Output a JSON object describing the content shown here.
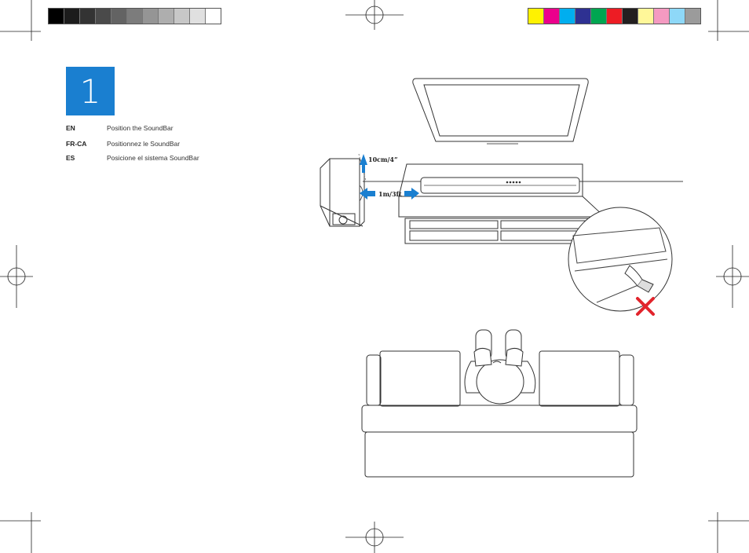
{
  "calibration": {
    "gray_swatches": [
      "#000000",
      "#1c1c1c",
      "#333333",
      "#4a4a4a",
      "#636363",
      "#7c7c7c",
      "#959595",
      "#aeaeae",
      "#c7c7c7",
      "#e0e0e0",
      "#ffffff"
    ],
    "color_swatches": [
      "#fff200",
      "#ec008c",
      "#00aeef",
      "#2e3192",
      "#00a651",
      "#ed1c24",
      "#231f20",
      "#fff799",
      "#f49ac1",
      "#8ed8f8",
      "#9b9b9b"
    ]
  },
  "step": {
    "number": "1",
    "color": "#1a7fd0"
  },
  "instructions": [
    {
      "code": "EN",
      "text": "Position the SoundBar"
    },
    {
      "code": "FR-CA",
      "text": "Positionnez le SoundBar"
    },
    {
      "code": "ES",
      "text": "Posicione el sistema SoundBar"
    }
  ],
  "illustration": {
    "subwoofer_gap_label": "10cm/4”",
    "distance_label": "1m/3ft",
    "arrow_color": "#1a7fd0",
    "prohibited_color": "#e2242c",
    "icons": [
      "tv-icon",
      "subwoofer-icon",
      "soundbar-icon",
      "tv-stand-icon",
      "cable-detail-icon",
      "prohibited-x-icon",
      "person-icon",
      "sofa-icon"
    ]
  }
}
